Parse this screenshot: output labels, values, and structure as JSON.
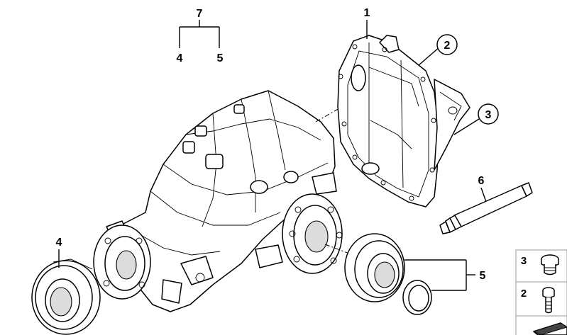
{
  "callouts": {
    "c1": "1",
    "c2": "2",
    "c3": "3",
    "c4": "4",
    "c5": "5",
    "c6": "6",
    "c7": "7",
    "c7_left": "4",
    "c7_right": "5"
  },
  "legend": {
    "item_top": "3",
    "item_mid": "2"
  }
}
